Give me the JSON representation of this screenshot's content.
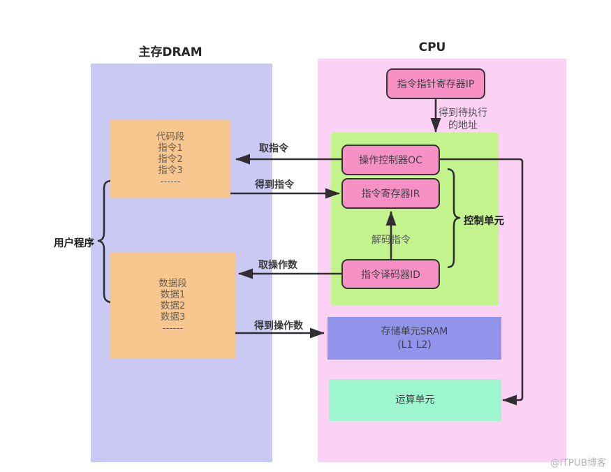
{
  "titles": {
    "dram": "主存DRAM",
    "cpu": "CPU"
  },
  "dram": {
    "user_program_label": "用户程序",
    "code_segment": {
      "lines": [
        "代码段",
        "指令1",
        "指令2",
        "指令3",
        "------"
      ]
    },
    "data_segment": {
      "lines": [
        "数据段",
        "数据1",
        "数据2",
        "数据3",
        "------"
      ]
    }
  },
  "cpu": {
    "ip_register": "指令指针寄存器IP",
    "operation_controller": "操作控制器OC",
    "instruction_register": "指令寄存器IR",
    "instruction_decoder": "指令译码器ID",
    "control_unit": "控制单元",
    "sram_line1": "存储单元SRAM",
    "sram_line2": "(L1 L2)",
    "alu": "运算单元"
  },
  "flow_labels": {
    "fetch_instruction": "取指令",
    "get_instruction": "得到指令",
    "fetch_operand": "取操作数",
    "get_operand": "得到操作数",
    "decode_instruction": "解码指令",
    "pending_address_line1": "得到待执行",
    "pending_address_line2": "的地址"
  },
  "watermark": "@ITPUB博客",
  "colors": {
    "dram_bg": "#c9c9f4",
    "cpu_bg": "#fbd1f4",
    "segment_bg": "#f8c78f",
    "control_area_bg": "#c2f38d",
    "register_box_bg": "#f791c5",
    "register_box_border": "#333333",
    "sram_bg": "#9293ea",
    "alu_bg": "#9ef6ce",
    "arrow": "#302e33",
    "watermark": "#b7b4b9"
  }
}
